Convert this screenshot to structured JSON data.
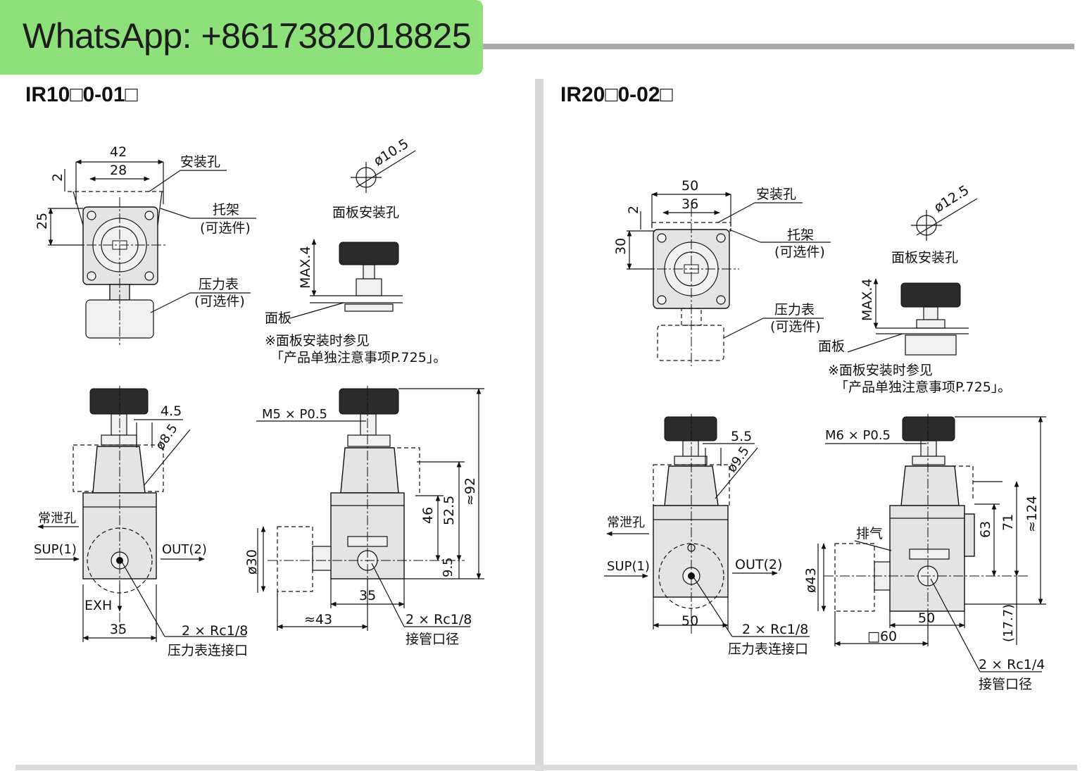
{
  "banner": {
    "text": "WhatsApp: +8617382018825",
    "color": "#8de07a"
  },
  "left": {
    "title": "IR10□0-01□",
    "dims": {
      "width_42": "42",
      "width_28": "28",
      "dim_2": "2",
      "dim_25": "25",
      "hole_dia": "ø10.5",
      "max4": "MAX.4",
      "dim_4_5": "4.5",
      "dia_8_5": "ø8.5",
      "thread": "M5 × P0.5",
      "dim_46": "46",
      "dim_52_5": "52.5",
      "dim_92": "≈92",
      "dia_30": "ø30",
      "dim_9_5": "9.5",
      "dim_35_side": "35",
      "dim_43": "≈43",
      "dim_35_front": "35"
    },
    "labels": {
      "mount_hole": "安装孔",
      "bracket": "托架",
      "bracket_opt": "(可选件)",
      "gauge": "压力表",
      "gauge_opt": "(可选件)",
      "panel_hole": "面板安装孔",
      "panel": "面板",
      "note1": "※面板安装时参见",
      "note2": "「产品单独注意事项P.725」。",
      "bleed": "常泄孔",
      "sup": "SUP(1)",
      "out": "OUT(2)",
      "exh": "EXH",
      "gauge_port_count": "2 × Rc1/8",
      "gauge_port": "压力表连接口",
      "pipe_port_count": "2 × Rc1/8",
      "pipe_port": "接管口径"
    }
  },
  "right": {
    "title": "IR20□0-02□",
    "dims": {
      "width_50": "50",
      "width_36": "36",
      "dim_2": "2",
      "dim_30": "30",
      "hole_dia": "ø12.5",
      "max4": "MAX.4",
      "dim_5_5": "5.5",
      "dia_9_5": "ø9.5",
      "thread": "M6 × P0.5",
      "dim_63": "63",
      "dim_71": "71",
      "dim_124": "≈124",
      "dia_43": "ø43",
      "dim_17_7": "(17.7)",
      "dim_50_side": "50",
      "dim_60": "□60",
      "dim_50_front": "50"
    },
    "labels": {
      "mount_hole": "安装孔",
      "bracket": "托架",
      "bracket_opt": "(可选件)",
      "gauge": "压力表",
      "gauge_opt": "(可选件)",
      "panel_hole": "面板安装孔",
      "panel": "面板",
      "note1": "※面板安装时参见",
      "note2": "「产品单独注意事项P.725」。",
      "bleed": "常泄孔",
      "exhaust": "排气",
      "sup": "SUP(1)",
      "out": "OUT(2)",
      "gauge_port_count": "2 × Rc1/8",
      "gauge_port": "压力表连接口",
      "pipe_port_count": "2 × Rc1/4",
      "pipe_port": "接管口径"
    }
  }
}
